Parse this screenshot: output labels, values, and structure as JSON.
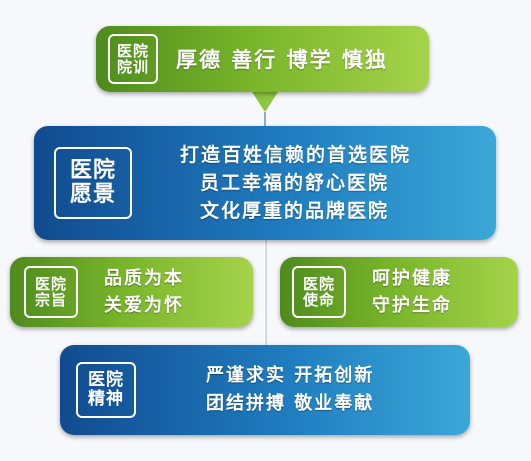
{
  "colors": {
    "green_dark": "#4e8b1e",
    "green_light": "#a5d34a",
    "blue_dark": "#114b8f",
    "blue_light": "#3aa8d8",
    "connector": "#ffffff"
  },
  "panels": {
    "xunyu": {
      "badge": [
        "医院",
        "院训"
      ],
      "lines": [
        "厚德 善行 博学 慎独"
      ]
    },
    "yuanjing": {
      "badge": [
        "医院",
        "愿景"
      ],
      "lines": [
        "打造百姓信赖的首选医院",
        "员工幸福的舒心医院",
        "文化厚重的品牌医院"
      ]
    },
    "zongzhi": {
      "badge": [
        "医院",
        "宗旨"
      ],
      "lines": [
        "品质为本",
        "关爱为怀"
      ]
    },
    "shiming": {
      "badge": [
        "医院",
        "使命"
      ],
      "lines": [
        "呵护健康",
        "守护生命"
      ]
    },
    "jingshen": {
      "badge": [
        "医院",
        "精神"
      ],
      "lines": [
        "严谨求实 开拓创新",
        "团结拼搏 敬业奉献"
      ]
    }
  }
}
